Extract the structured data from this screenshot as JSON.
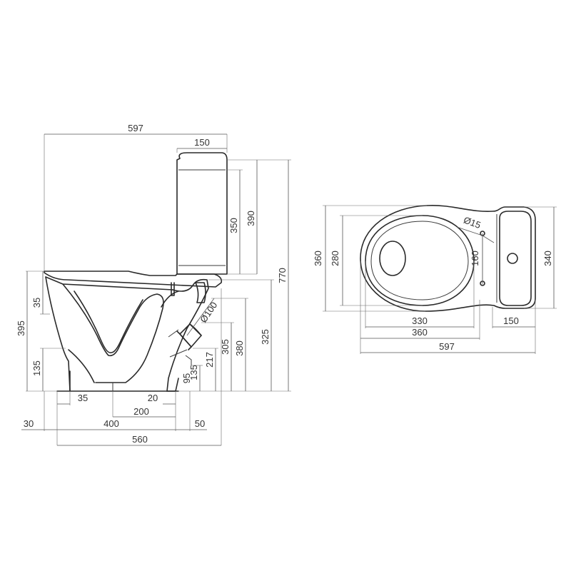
{
  "dimensions": {
    "side": {
      "overall_depth": "597",
      "tank_depth": "150",
      "tank_height_inner": "350",
      "tank_height_outer": "390",
      "overall_height": "770",
      "seat_thickness": "35",
      "seat_height": "395",
      "flange_height": "135",
      "outlet_diameter": "Ø100",
      "outlet_center_height": "217",
      "outlet_top_height": "305",
      "bracket_height": "325",
      "mounting_height": "380",
      "foot_height": "95",
      "outlet_bottom_height": "135",
      "foot_inset": "35",
      "outlet_offset": "20",
      "outlet_spacing": "200",
      "front_overhang": "30",
      "base_length": "400",
      "rear_offset": "50",
      "total_length": "560"
    },
    "top": {
      "outer_width": "360",
      "seat_width": "280",
      "hole_diameter": "Ø15",
      "hole_spacing": "160",
      "tank_width": "340",
      "seat_length": "330",
      "bowl_length": "360",
      "tank_depth": "150",
      "overall_length": "597"
    }
  }
}
